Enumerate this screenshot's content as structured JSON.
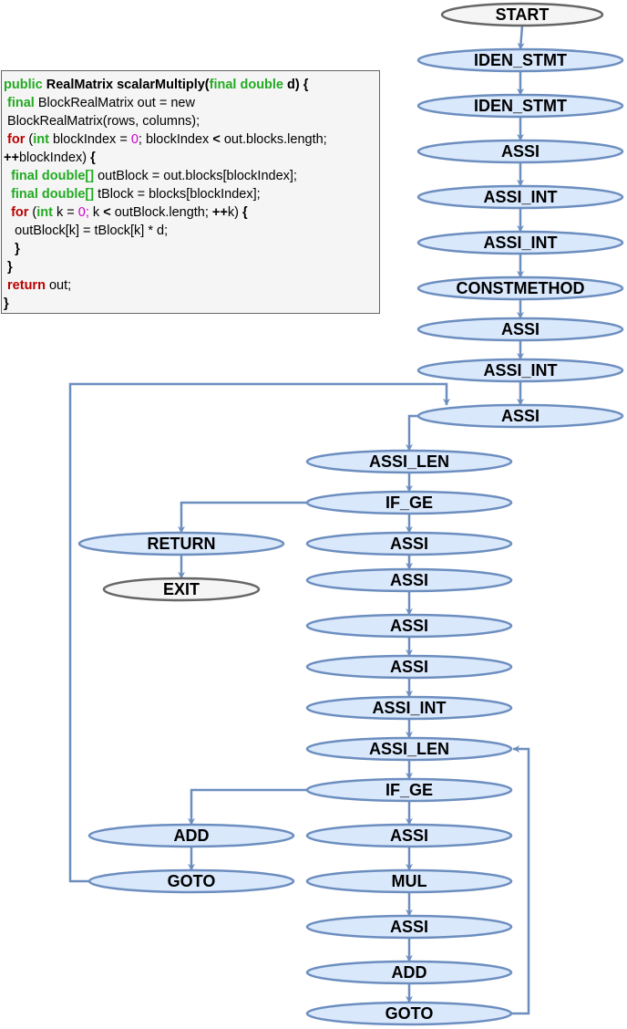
{
  "code": {
    "lines": [
      [
        {
          "t": "public ",
          "c": "kw"
        },
        {
          "t": "RealMatrix scalarMultiply(",
          "c": "b"
        },
        {
          "t": "final double ",
          "c": "kw"
        },
        {
          "t": "d) {",
          "c": "b"
        }
      ],
      [
        {
          "t": " "
        },
        {
          "t": "final ",
          "c": "kw"
        },
        {
          "t": "BlockRealMatrix out = new"
        }
      ],
      [
        {
          "t": " BlockRealMatrix(rows, columns);"
        }
      ],
      [
        {
          "t": " "
        },
        {
          "t": "for ",
          "c": "ctl"
        },
        {
          "t": "("
        },
        {
          "t": "int ",
          "c": "kw"
        },
        {
          "t": "blockIndex = "
        },
        {
          "t": "0",
          "c": "num"
        },
        {
          "t": "; blockIndex "
        },
        {
          "t": "<",
          "c": "b"
        },
        {
          "t": " out.blocks.length;"
        }
      ],
      [
        {
          "t": "++",
          "c": "b"
        },
        {
          "t": "blockIndex) "
        },
        {
          "t": "{",
          "c": "b"
        }
      ],
      [
        {
          "t": "  "
        },
        {
          "t": "final double[] ",
          "c": "kw"
        },
        {
          "t": "outBlock = out.blocks[blockIndex];"
        }
      ],
      [
        {
          "t": "  "
        },
        {
          "t": "final double[] ",
          "c": "kw"
        },
        {
          "t": "tBlock = blocks[blockIndex];"
        }
      ],
      [
        {
          "t": "  "
        },
        {
          "t": "for ",
          "c": "ctl"
        },
        {
          "t": "("
        },
        {
          "t": "int ",
          "c": "kw"
        },
        {
          "t": "k = "
        },
        {
          "t": "0;",
          "c": "num"
        },
        {
          "t": " k "
        },
        {
          "t": "<",
          "c": "b"
        },
        {
          "t": " outBlock.length; "
        },
        {
          "t": "++",
          "c": "b"
        },
        {
          "t": "k) "
        },
        {
          "t": "{",
          "c": "b"
        }
      ],
      [
        {
          "t": "   outBlock[k] = tBlock[k] * d;"
        }
      ],
      [
        {
          "t": "   "
        },
        {
          "t": "}",
          "c": "b"
        }
      ],
      [
        {
          "t": " "
        },
        {
          "t": "}",
          "c": "b"
        }
      ],
      [
        {
          "t": " "
        },
        {
          "t": "return ",
          "c": "ctl"
        },
        {
          "t": "out;"
        }
      ],
      [
        {
          "t": "}",
          "c": "b"
        }
      ]
    ]
  },
  "colors": {
    "node_fill": "#dae8fc",
    "node_stroke": "#6c8ebf",
    "terminal_fill": "#f5f5f5",
    "terminal_stroke": "#666666",
    "edge": "#6c8ebf",
    "keyword": "#22aa22",
    "control": "#bb0000",
    "number": "#cc00cc"
  },
  "nodes": [
    {
      "id": "n01",
      "label": "START",
      "kind": "terminal"
    },
    {
      "id": "n02",
      "label": "IDEN_STMT",
      "kind": "stmt"
    },
    {
      "id": "n03",
      "label": "IDEN_STMT",
      "kind": "stmt"
    },
    {
      "id": "n04",
      "label": "ASSI",
      "kind": "stmt"
    },
    {
      "id": "n05",
      "label": "ASSI_INT",
      "kind": "stmt"
    },
    {
      "id": "n06",
      "label": "ASSI_INT",
      "kind": "stmt"
    },
    {
      "id": "n07",
      "label": "CONSTMETHOD",
      "kind": "stmt"
    },
    {
      "id": "n08",
      "label": "ASSI",
      "kind": "stmt"
    },
    {
      "id": "n09",
      "label": "ASSI_INT",
      "kind": "stmt"
    },
    {
      "id": "n10",
      "label": "ASSI",
      "kind": "stmt"
    },
    {
      "id": "n11",
      "label": "ASSI_LEN",
      "kind": "stmt"
    },
    {
      "id": "n12",
      "label": "IF_GE",
      "kind": "stmt"
    },
    {
      "id": "n13",
      "label": "ASSI",
      "kind": "stmt"
    },
    {
      "id": "n14",
      "label": "ASSI",
      "kind": "stmt"
    },
    {
      "id": "n15",
      "label": "ASSI",
      "kind": "stmt"
    },
    {
      "id": "n16",
      "label": "ASSI",
      "kind": "stmt"
    },
    {
      "id": "n17",
      "label": "ASSI_INT",
      "kind": "stmt"
    },
    {
      "id": "n18",
      "label": "ASSI_LEN",
      "kind": "stmt"
    },
    {
      "id": "n19",
      "label": "IF_GE",
      "kind": "stmt"
    },
    {
      "id": "n20",
      "label": "ASSI",
      "kind": "stmt"
    },
    {
      "id": "n21",
      "label": "MUL",
      "kind": "stmt"
    },
    {
      "id": "n22",
      "label": "ASSI",
      "kind": "stmt"
    },
    {
      "id": "n23",
      "label": "ADD",
      "kind": "stmt"
    },
    {
      "id": "n24",
      "label": "GOTO",
      "kind": "stmt"
    },
    {
      "id": "n25",
      "label": "ADD",
      "kind": "stmt"
    },
    {
      "id": "n26",
      "label": "GOTO",
      "kind": "stmt"
    },
    {
      "id": "n27",
      "label": "RETURN",
      "kind": "stmt"
    },
    {
      "id": "n28",
      "label": "EXIT",
      "kind": "terminal"
    }
  ],
  "edges": [
    {
      "from": "n01",
      "to": "n02"
    },
    {
      "from": "n02",
      "to": "n03"
    },
    {
      "from": "n03",
      "to": "n04"
    },
    {
      "from": "n04",
      "to": "n05"
    },
    {
      "from": "n05",
      "to": "n06"
    },
    {
      "from": "n06",
      "to": "n07"
    },
    {
      "from": "n07",
      "to": "n08"
    },
    {
      "from": "n08",
      "to": "n09"
    },
    {
      "from": "n09",
      "to": "n10"
    },
    {
      "from": "n10",
      "to": "n11"
    },
    {
      "from": "n11",
      "to": "n12"
    },
    {
      "from": "n12",
      "to": "n13"
    },
    {
      "from": "n12",
      "to": "n27"
    },
    {
      "from": "n27",
      "to": "n28"
    },
    {
      "from": "n13",
      "to": "n14"
    },
    {
      "from": "n14",
      "to": "n15"
    },
    {
      "from": "n15",
      "to": "n16"
    },
    {
      "from": "n16",
      "to": "n17"
    },
    {
      "from": "n17",
      "to": "n18"
    },
    {
      "from": "n18",
      "to": "n19"
    },
    {
      "from": "n19",
      "to": "n20"
    },
    {
      "from": "n19",
      "to": "n25"
    },
    {
      "from": "n25",
      "to": "n26"
    },
    {
      "from": "n26",
      "to": "n10"
    },
    {
      "from": "n20",
      "to": "n21"
    },
    {
      "from": "n21",
      "to": "n22"
    },
    {
      "from": "n22",
      "to": "n23"
    },
    {
      "from": "n23",
      "to": "n24"
    },
    {
      "from": "n24",
      "to": "n18"
    }
  ]
}
